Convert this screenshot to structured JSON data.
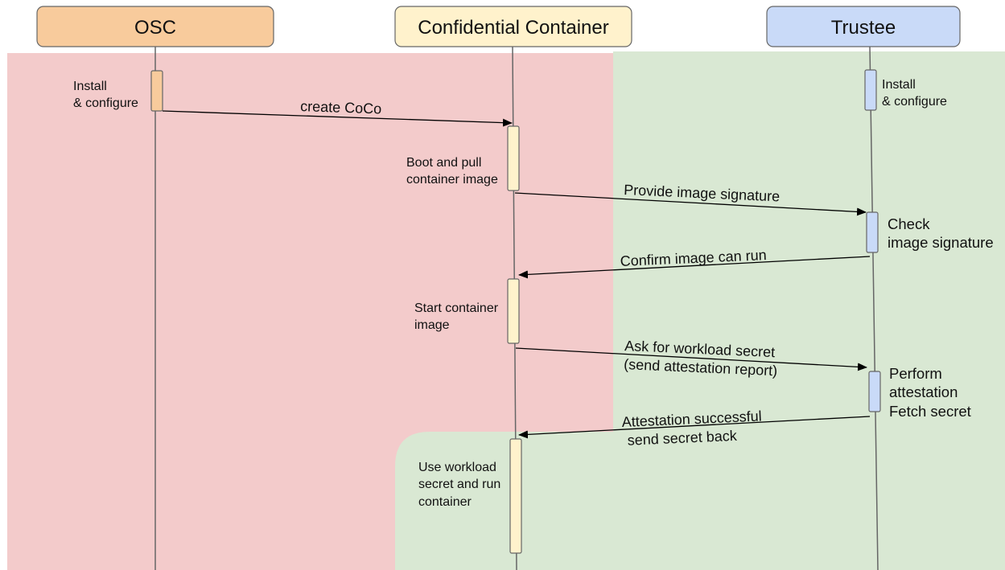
{
  "colors": {
    "untrusted_zone": "#f3cbcb",
    "trusted_zone": "#d9e8d3",
    "osc": "#f8cb9c",
    "container": "#fff2cc",
    "trustee": "#c9daf8",
    "lifeline": "#666666",
    "arrow": "#000000",
    "border": "#666666"
  },
  "actors": [
    {
      "id": "osc",
      "label": "OSC"
    },
    {
      "id": "container",
      "label": "Confidential Container"
    },
    {
      "id": "trustee",
      "label": "Trustee"
    }
  ],
  "activations": [
    {
      "actor": "osc",
      "lines": [
        "Install",
        "& configure"
      ]
    },
    {
      "actor": "trustee",
      "lines": [
        "Install",
        "& configure"
      ]
    },
    {
      "actor": "container",
      "lines": [
        "Boot and pull",
        "container image"
      ]
    },
    {
      "actor": "trustee",
      "lines": [
        "Check",
        "image signature"
      ]
    },
    {
      "actor": "container",
      "lines": [
        "Start container",
        "image"
      ]
    },
    {
      "actor": "trustee",
      "lines": [
        "Perform",
        "attestation",
        "Fetch secret"
      ]
    },
    {
      "actor": "container",
      "lines": [
        "Use workload",
        "secret and run",
        "container"
      ]
    }
  ],
  "messages": [
    {
      "from": "osc",
      "to": "container",
      "lines": [
        "create CoCo"
      ]
    },
    {
      "from": "container",
      "to": "trustee",
      "lines": [
        "Provide image signature"
      ]
    },
    {
      "from": "trustee",
      "to": "container",
      "lines": [
        "Confirm image can run"
      ]
    },
    {
      "from": "container",
      "to": "trustee",
      "lines": [
        "Ask for workload secret",
        "(send attestation report)"
      ]
    },
    {
      "from": "trustee",
      "to": "container",
      "lines": [
        "Attestation successful",
        "send secret back"
      ]
    }
  ]
}
